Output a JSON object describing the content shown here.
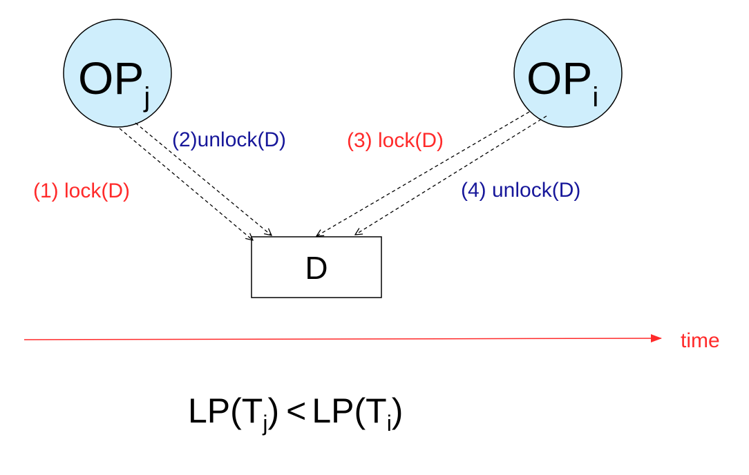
{
  "colors": {
    "op_fill": "#cfeefc",
    "lock_color": "#ff2a2a",
    "unlock_color": "#17179a",
    "time_color": "#ff2a2a",
    "stroke": "#000000"
  },
  "nodes": {
    "op_j": {
      "base": "OP",
      "sub": "j"
    },
    "op_i": {
      "base": "OP",
      "sub": "i"
    },
    "resource": {
      "label": "D"
    }
  },
  "edges": {
    "e1": {
      "label": "(1) lock(D)"
    },
    "e2": {
      "label": "(2)unlock(D)"
    },
    "e3": {
      "label": "(3) lock(D)"
    },
    "e4": {
      "label": "(4) unlock(D)"
    }
  },
  "time_axis": {
    "label": "time"
  },
  "formula": {
    "left_prefix": "LP(T",
    "left_sub": "j",
    "left_suffix": ")",
    "operator": "<",
    "right_prefix": "LP(T",
    "right_sub": "i",
    "right_suffix": ")"
  }
}
